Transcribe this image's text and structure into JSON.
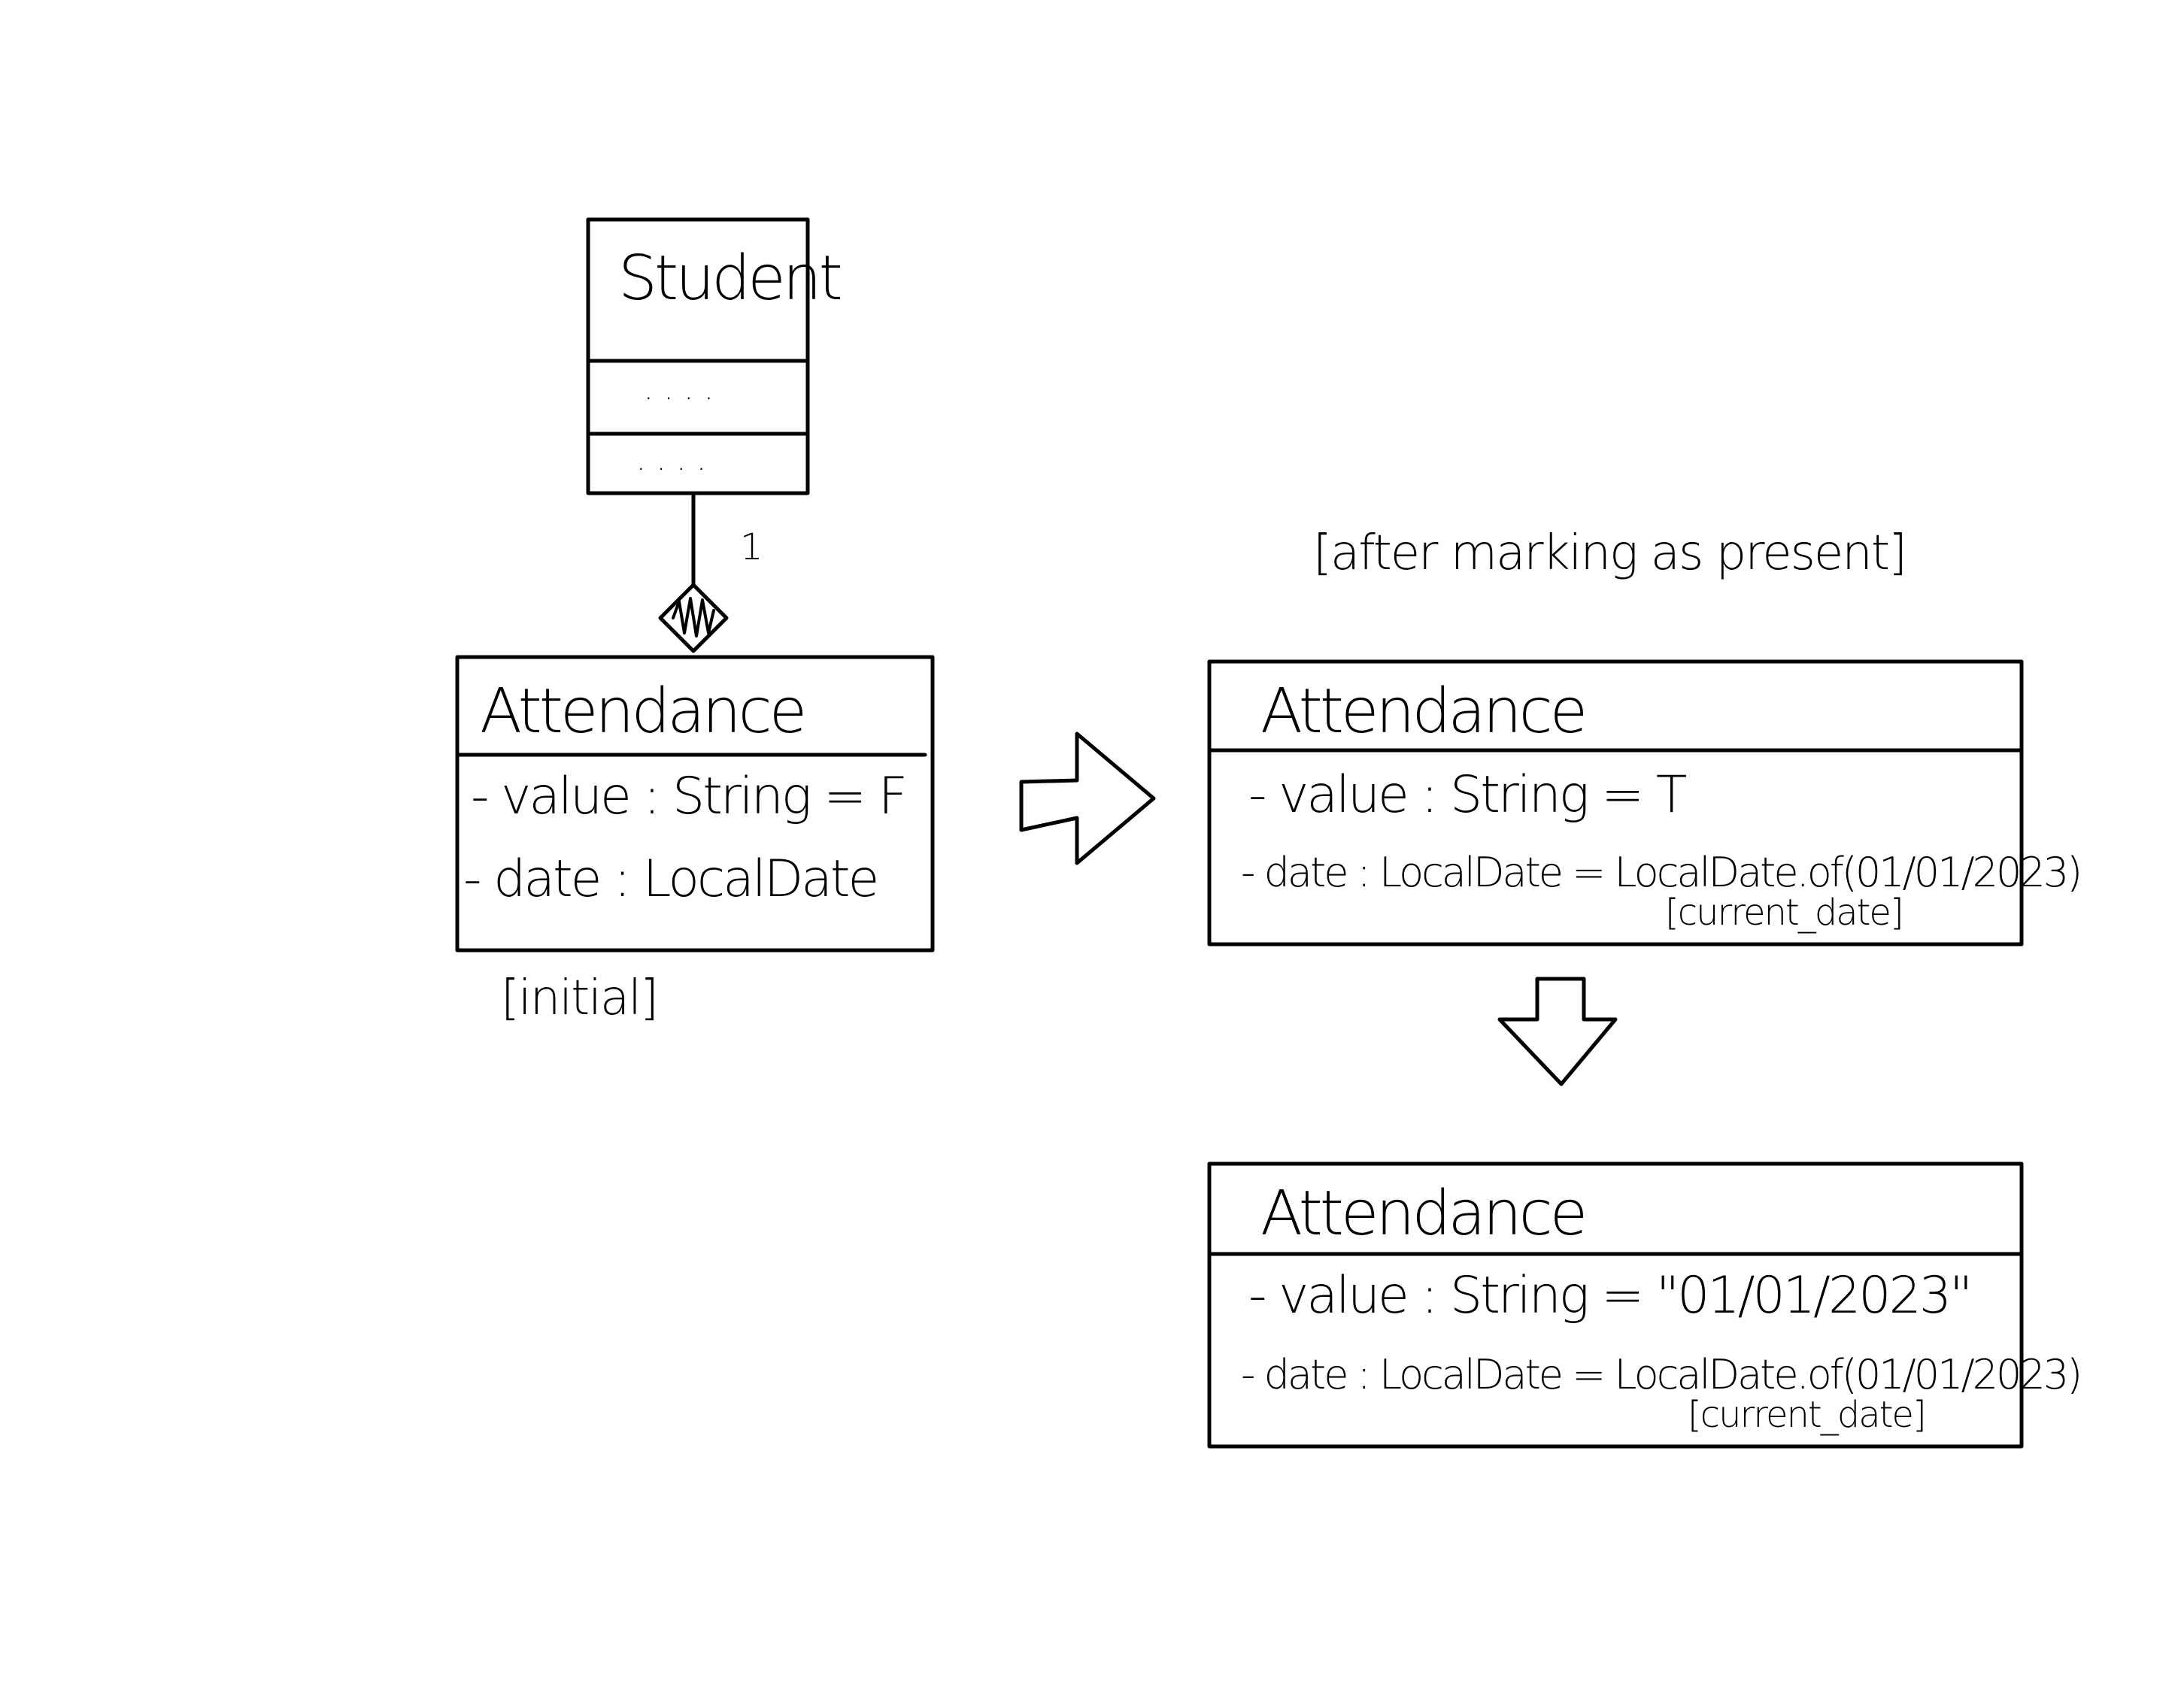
{
  "student": {
    "title": "Student",
    "attributes_placeholder": "....",
    "methods_placeholder": "....",
    "multiplicity": "1"
  },
  "initial_state": {
    "title": "Attendance",
    "value_attr": "- value : String = F",
    "date_attr": "- date : LocalDate",
    "caption": "[initial]"
  },
  "present_state": {
    "guard": "[after marking as present]",
    "title": "Attendance",
    "value_attr": "- value : String = T",
    "date_attr": "- date : LocalDate = LocalDate.of(01/01/2023)",
    "date_note": "[current_date]"
  },
  "final_state": {
    "title": "Attendance",
    "value_attr": "- value : String = \"01/01/2023\"",
    "date_attr": "- date : LocalDate = LocalDate.of(01/01/2023)",
    "date_note": "[current_date]"
  }
}
